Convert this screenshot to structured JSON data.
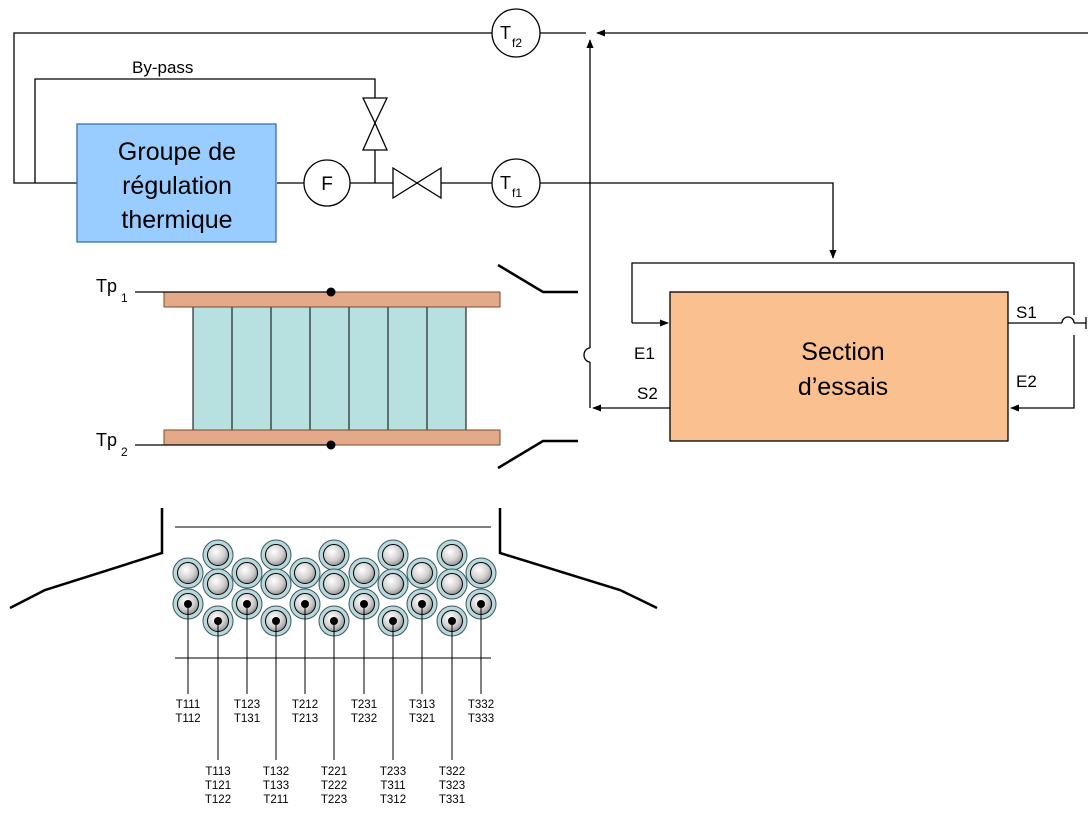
{
  "regulation_box": {
    "line1": "Groupe de",
    "line2": "régulation",
    "line3": "thermique",
    "fill": "#99ccff"
  },
  "test_box": {
    "line1": "Section",
    "line2": "d’essais",
    "fill": "#fbc08f"
  },
  "bypass_label": "By-pass",
  "sensors": {
    "flow": "F",
    "tf1": {
      "main": "T",
      "sub": "f1"
    },
    "tf2": {
      "main": "T",
      "sub": "f2"
    }
  },
  "ports": {
    "e1": "E1",
    "s2": "S2",
    "s1": "S1",
    "e2": "E2"
  },
  "plates": {
    "tp1": {
      "main": "Tp",
      "sub": "1"
    },
    "tp2": {
      "main": "Tp",
      "sub": "2"
    }
  },
  "thermocouple_labels": {
    "upper": [
      [
        "T111",
        "T112"
      ],
      [
        "T123",
        "T131"
      ],
      [
        "T212",
        "T213"
      ],
      [
        "T231",
        "T232"
      ],
      [
        "T313",
        "T321"
      ],
      [
        "T332",
        "T333"
      ]
    ],
    "lower": [
      [
        "T113",
        "T121",
        "T122"
      ],
      [
        "T132",
        "T133",
        "T211"
      ],
      [
        "T221",
        "T222",
        "T223"
      ],
      [
        "T233",
        "T311",
        "T312"
      ],
      [
        "T322",
        "T323",
        "T331"
      ]
    ]
  },
  "colors": {
    "plate": "#e3a988",
    "cells": "#b7e0e0",
    "tube_ring": "#b8d8dc"
  }
}
